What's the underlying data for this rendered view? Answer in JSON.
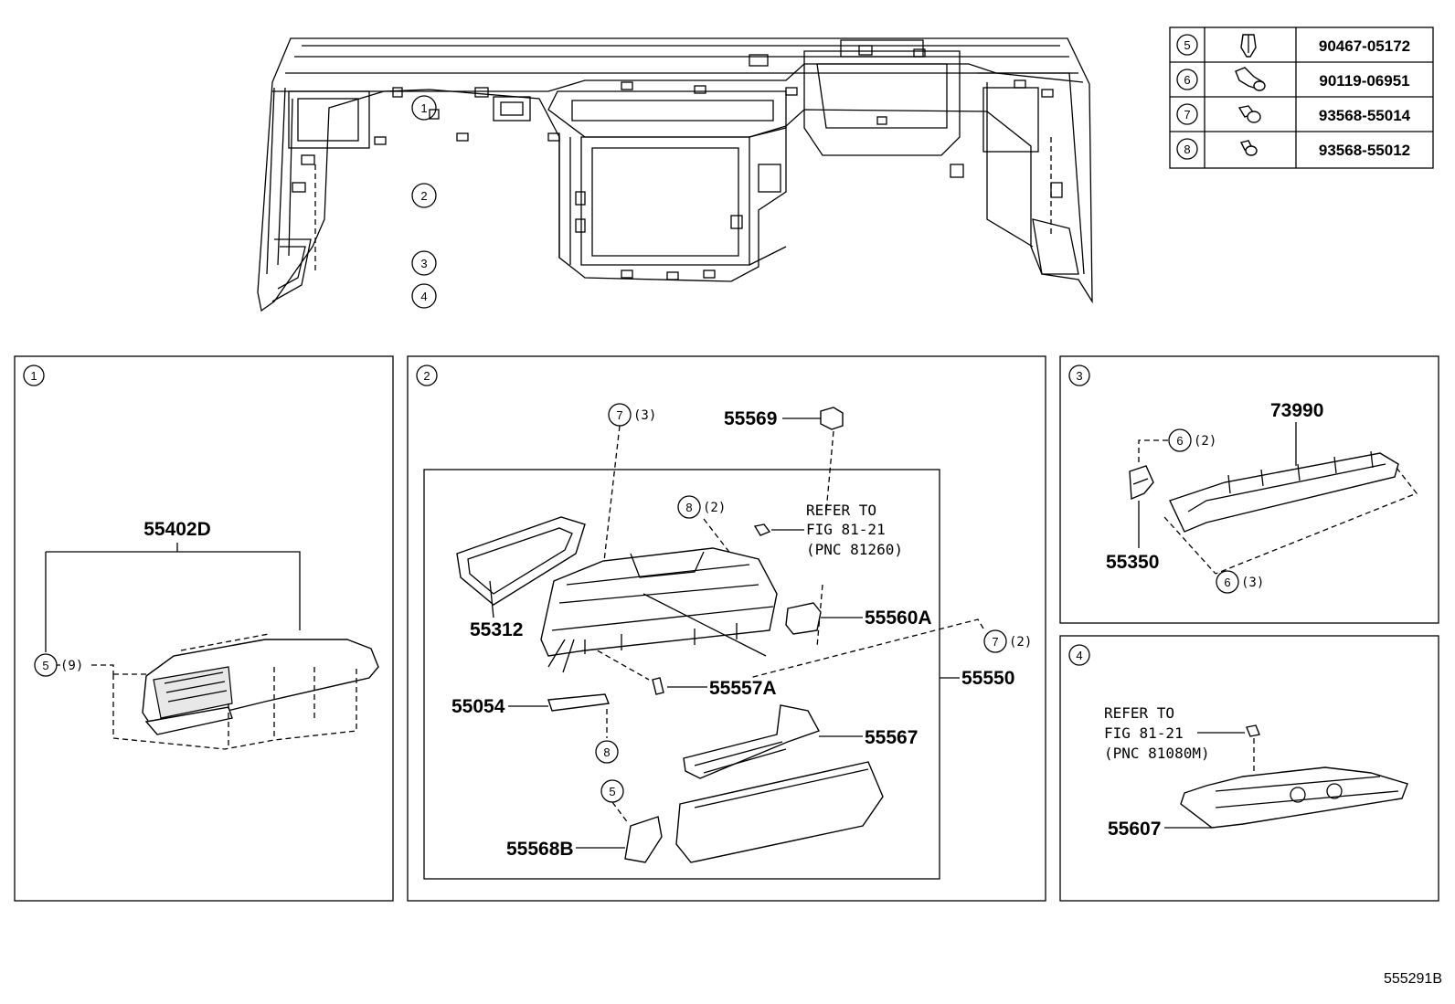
{
  "figure_id": "555291B",
  "fastener_table": [
    {
      "ref": "5",
      "part_no": "90467-05172",
      "icon": "clip-icon"
    },
    {
      "ref": "6",
      "part_no": "90119-06951",
      "icon": "bolt-long-icon"
    },
    {
      "ref": "7",
      "part_no": "93568-55014",
      "icon": "screw-washer-icon"
    },
    {
      "ref": "8",
      "part_no": "93568-55012",
      "icon": "screw-washer-small-icon"
    }
  ],
  "overview_callouts": [
    "1",
    "2",
    "3",
    "4"
  ],
  "panel1": {
    "ref": "1",
    "part": "55402D",
    "fastener": {
      "ref": "5",
      "qty": "(9)"
    }
  },
  "panel2": {
    "ref": "2",
    "assembly": "55550",
    "parts": {
      "p55569": "55569",
      "p55312": "55312",
      "p55560A": "55560A",
      "p55557A": "55557A",
      "p55054": "55054",
      "p55567": "55567",
      "p55568B": "55568B"
    },
    "fasteners": {
      "f7a": {
        "ref": "7",
        "qty": "(3)"
      },
      "f8a": {
        "ref": "8",
        "qty": "(2)"
      },
      "f7b": {
        "ref": "7",
        "qty": "(2)"
      },
      "f8b": {
        "ref": "8",
        "qty": ""
      },
      "f5": {
        "ref": "5",
        "qty": ""
      }
    },
    "refer": [
      "REFER TO",
      "FIG 81-21",
      "(PNC 81260)"
    ]
  },
  "panel3": {
    "ref": "3",
    "parts": {
      "p73990": "73990",
      "p55350": "55350"
    },
    "fasteners": {
      "f6a": {
        "ref": "6",
        "qty": "(2)"
      },
      "f6b": {
        "ref": "6",
        "qty": "(3)"
      }
    }
  },
  "panel4": {
    "ref": "4",
    "part": "55607",
    "refer": [
      "REFER TO",
      "FIG 81-21",
      "(PNC 81080M)"
    ]
  }
}
